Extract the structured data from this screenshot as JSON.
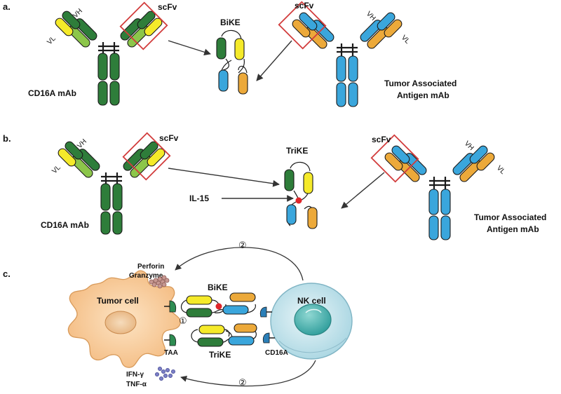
{
  "panels": {
    "a": {
      "label": "a.",
      "left_antibody": {
        "caption": "CD16A mAb",
        "vh": "VH",
        "vl": "VL",
        "scfv": "scFv"
      },
      "product": {
        "label": "BiKE"
      },
      "right_antibody": {
        "caption_line1": "Tumor Associated",
        "caption_line2": "Antigen mAb",
        "vh": "VH",
        "vl": "VL",
        "scfv": "scFv"
      }
    },
    "b": {
      "label": "b.",
      "left_antibody": {
        "caption": "CD16A mAb",
        "vh": "VH",
        "vl": "VL",
        "scfv": "scFv"
      },
      "product": {
        "label": "TriKE"
      },
      "cytokine": "IL-15",
      "right_antibody": {
        "caption_line1": "Tumor Associated",
        "caption_line2": "Antigen mAb",
        "vh": "VH",
        "vl": "VL",
        "scfv": "scFv"
      }
    },
    "c": {
      "label": "c.",
      "tumor_cell": "Tumor cell",
      "nk_cell": "NK cell",
      "perforin": "Perforin",
      "granzyme": "Granzyme",
      "bike": "BiKE",
      "trike": "TriKE",
      "step_one": "①",
      "step_two": "②",
      "taa": "TAA",
      "cd16a": "CD16A",
      "ifn": "IFN-γ",
      "tnf": "TNF-α"
    }
  },
  "colors": {
    "dark_green": "#2e7d3a",
    "light_green": "#8cc64a",
    "yellow": "#f5ea2a",
    "blue": "#3aa6dc",
    "orange": "#eca93a",
    "red_box": "#d23c3c",
    "tumor_fill": "#f8cfa0",
    "nk_fill": "#cfe8ee",
    "nucleus": "#4fb4b4"
  }
}
